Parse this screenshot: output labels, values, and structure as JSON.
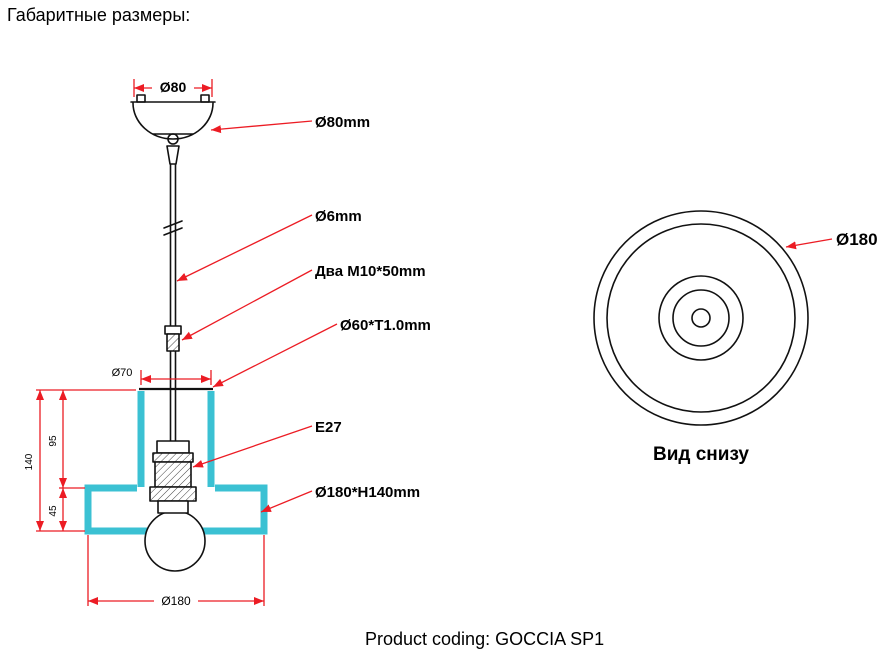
{
  "title": "Габаритные размеры:",
  "footer": {
    "product_coding": "Product coding: GOCCIA SP1"
  },
  "colors": {
    "accent_red": "#ec1c24",
    "body_cyan": "#3bc1d3",
    "line_black": "#111111"
  },
  "side_view": {
    "dims": {
      "top_diameter": "Ø80",
      "neck_diameter": "Ø70",
      "total_height": "140",
      "body_height": "95",
      "flange_height": "45",
      "base_diameter": "Ø180"
    },
    "labels": {
      "canopy": "Ø80mm",
      "cable": "Ø6mm",
      "screws": "Два M10*50mm",
      "tube": "Ø60*T1.0mm",
      "socket": "E27",
      "shade": "Ø180*H140mm"
    }
  },
  "bottom_view": {
    "diameter": "Ø180",
    "caption": "Вид снизу"
  }
}
